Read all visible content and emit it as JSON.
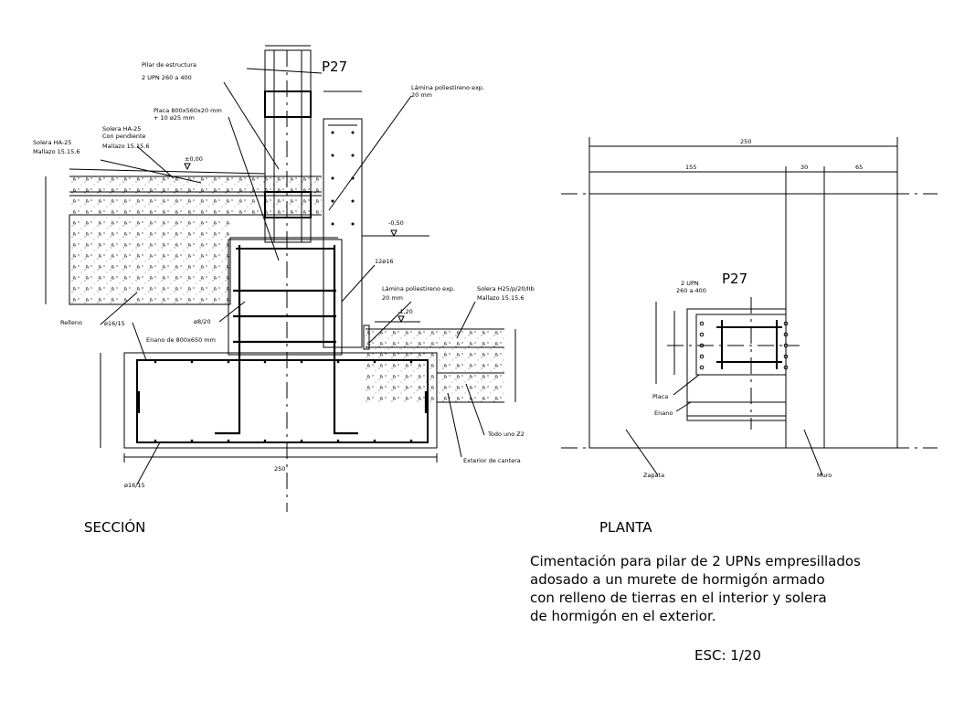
{
  "section": {
    "title": "SECCIÓN",
    "pillar_id": "P27",
    "labels": {
      "pillar_structure": "Pilar de estructura",
      "upn_profile": "2 UPN 260 a 400",
      "plate_line1": "Placa 800x560x20 mm",
      "plate_line2": "+ 10 ø25 mm",
      "slab_left_line1": "Solera HA-25",
      "slab_left_line2": "Mallazo 15.15.6",
      "slab_inner_line1": "Solera HA-25",
      "slab_inner_line2": "Con pendiente",
      "slab_inner_line3": "Mallazo 15.15.6",
      "level_zero": "±0,00",
      "level_050": "-0,50",
      "level_120": "-1,20",
      "polystyrene_top_line1": "Lámina poliestireno exp.",
      "polystyrene_top_line2": "20 mm",
      "polystyrene_bottom_line1": "Lámina poliestireno exp.",
      "polystyrene_bottom_line2": "20 mm",
      "slab_right_line1": "Solera H25/p/20/IIb",
      "slab_right_line2": "Mallazo 15.15.6",
      "rebar_12": "12ø16",
      "rebar_stirrup": "ø8/20",
      "fill": "Relleno",
      "rebar_top": "ø16/15",
      "grade_beam": "Enano de 800x650 mm",
      "all_one": "Todo uno Z2",
      "exterior_edge": "Exterior de cantera",
      "rebar_bottom": "ø16/15",
      "dim_width": "250"
    }
  },
  "plan": {
    "title": "PLANTA",
    "pillar_id": "P27",
    "labels": {
      "upn_line1": "2 UPN",
      "upn_line2": "260 a 400",
      "plate": "Placa",
      "grade_beam": "Enano",
      "footing": "Zapata",
      "wall": "Muro",
      "dim_total": "250",
      "dim_a": "155",
      "dim_b": "30",
      "dim_c": "65"
    }
  },
  "description": {
    "line1": "Cimentación para pilar de 2 UPNs empresillados",
    "line2": "adosado a un murete de hormigón armado",
    "line3": "con relleno de tierras en el interior y solera",
    "line4": "de hormigón en el exterior."
  },
  "scale": "ESC: 1/20"
}
